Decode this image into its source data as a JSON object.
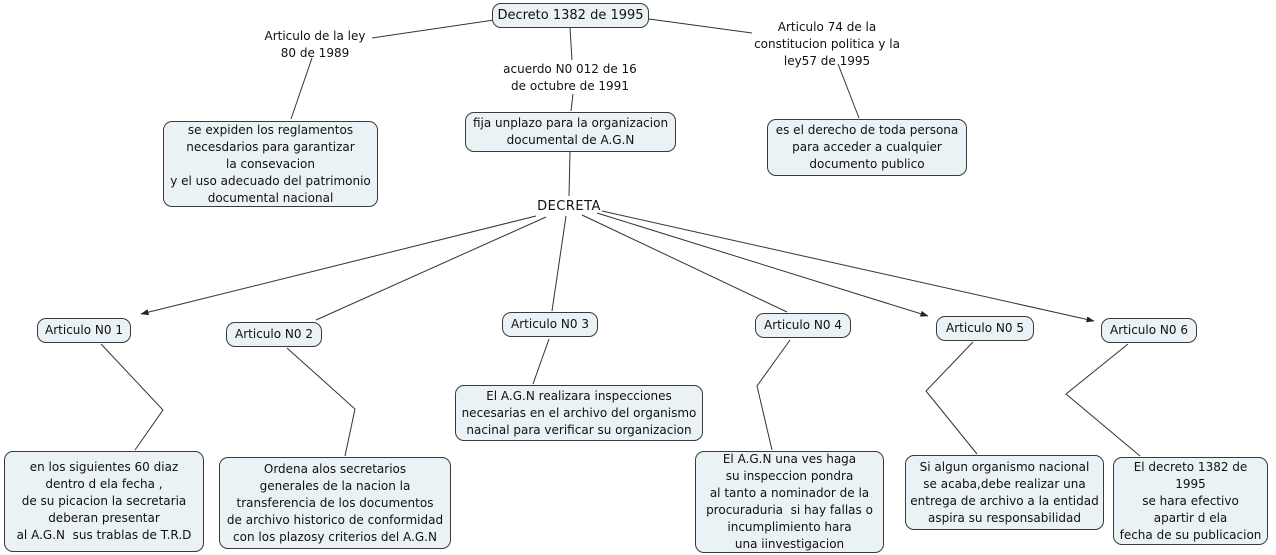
{
  "colors": {
    "node_fill": "#eaf2f6",
    "node_border": "#3a3a3a",
    "line": "#333333",
    "text": "#111111",
    "background": "#ffffff"
  },
  "root": {
    "label": "Decreto 1382 de 1995"
  },
  "decreta_label": "DECRETA",
  "top_branches": [
    {
      "name": "ley-80-1989",
      "link_label": "Articulo de la ley\n80 de 1989",
      "description": "se expiden los reglamentos\nnecesdarios para garantizar\nla consevacion\ny el uso adecuado del patrimonio\ndocumental nacional"
    },
    {
      "name": "acuerdo-012-1991",
      "link_label": "acuerdo N0 012 de 16\nde octubre de 1991",
      "description": "fija unplazo para la organizacion\ndocumental de A.G.N"
    },
    {
      "name": "articulo-74",
      "link_label": "Articulo 74 de la\nconstitucion politica y la\nley57 de 1995",
      "description": "es el derecho de toda persona\npara acceder a cualquier\ndocumento publico"
    }
  ],
  "articles": [
    {
      "label": "Articulo N0 1",
      "detail": "en los siguientes 60 diaz\ndentro d ela fecha ,\nde su picacion la secretaria\ndeberan presentar\nal A.G.N  sus trablas de T.R.D"
    },
    {
      "label": "Articulo N0 2",
      "detail": "Ordena alos secretarios\ngenerales de la nacion la\ntransferencia de los documentos\nde archivo historico de conformidad\ncon los plazosy criterios del A.G.N"
    },
    {
      "label": "Articulo N0 3",
      "detail": "El A.G.N realizara inspecciones\nnecesarias en el archivo del organismo\nnacinal para verificar su organizacion"
    },
    {
      "label": "Articulo N0 4",
      "detail": "El A.G.N una ves haga\nsu inspeccion pondra\nal tanto a nominador de la\nprocuraduria  si hay fallas o\nincumplimiento hara\nuna iinvestigacion"
    },
    {
      "label": "Articulo N0 5",
      "detail": "Si algun organismo nacional\nse acaba,debe realizar una\nentrega de archivo a la entidad\naspira su responsabilidad"
    },
    {
      "label": "Articulo N0 6",
      "detail": "El decreto 1382 de\n1995\nse hara efectivo\napartir d ela\nfecha de su publicacion"
    }
  ]
}
